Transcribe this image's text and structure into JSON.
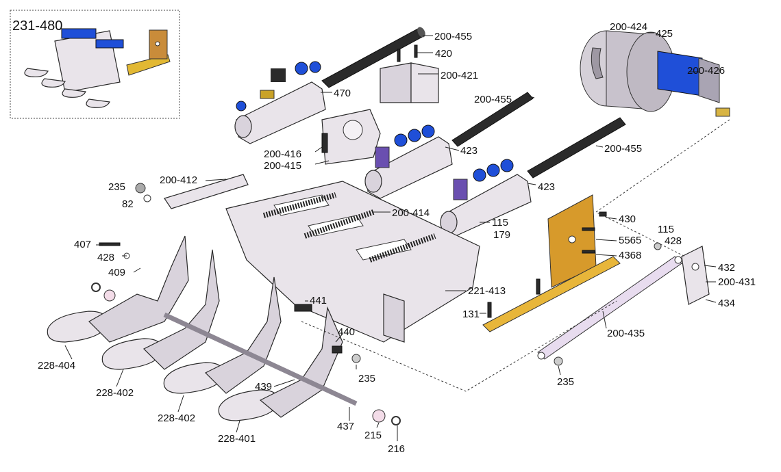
{
  "inset": {
    "title": "231-480"
  },
  "labels": {
    "l200_455a": "200-455",
    "l420": "420",
    "l200_421": "200-421",
    "l470": "470",
    "l200_424": "200-424",
    "l425": "425",
    "l200_426": "200-426",
    "l200_455b": "200-455",
    "l200_455c": "200-455",
    "l200_416": "200-416",
    "l200_415": "200-415",
    "l423a": "423",
    "l423b": "423",
    "l235a": "235",
    "l200_412": "200-412",
    "l82": "82",
    "l200_414": "200-414",
    "l115a": "115",
    "l179": "179",
    "l430": "430",
    "l115b": "115",
    "l428b": "428",
    "l5565": "5565",
    "l4368": "4368",
    "l432": "432",
    "l200_431": "200-431",
    "l434": "434",
    "l407": "407",
    "l428a": "428",
    "l409": "409",
    "l221_413": "221-413",
    "l131": "131",
    "l441": "441",
    "l440": "440",
    "l200_435": "200-435",
    "l228_404": "228-404",
    "l228_402a": "228-402",
    "l228_402b": "228-402",
    "l228_401": "228-401",
    "l439": "439",
    "l235b": "235",
    "l235c": "235",
    "l437": "437",
    "l215": "215",
    "l216": "216"
  },
  "colors": {
    "metal": "#e9e4ea",
    "blue_fitting": "#1f4fd8",
    "brass": "#c9a227",
    "orange_plate": "#d79a2b",
    "lavender": "#d7c8ec",
    "dark": "#2b2b2b"
  }
}
